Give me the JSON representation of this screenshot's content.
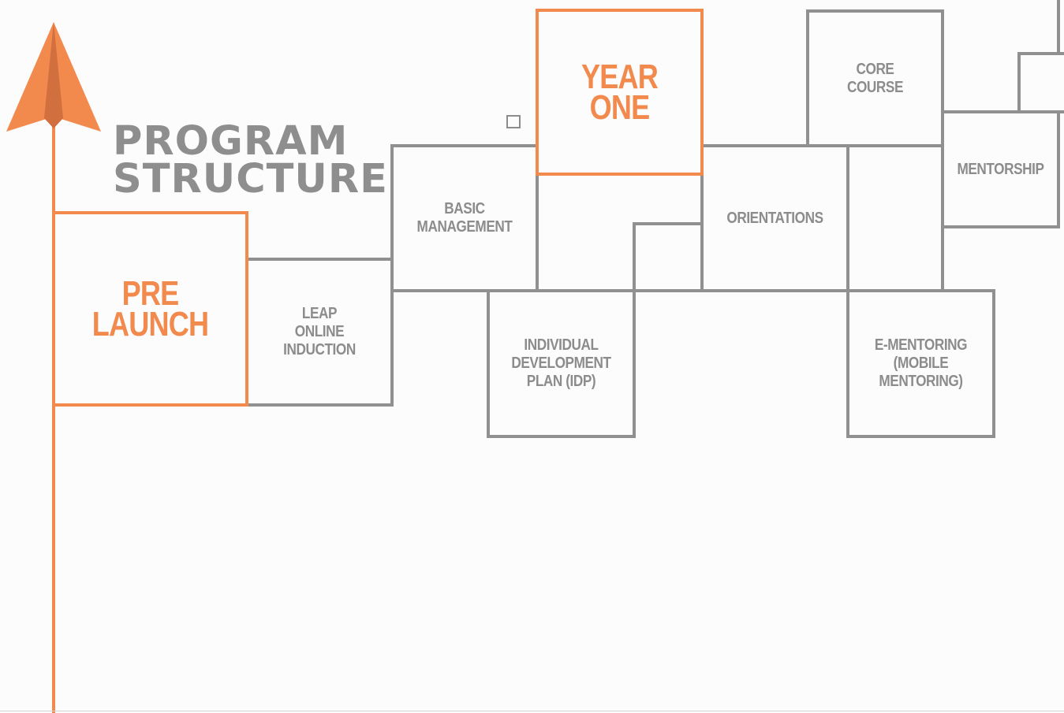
{
  "diagram": {
    "title_line_1": "PROGRAM",
    "title_line_2": "STRUCTURE",
    "phases": {
      "pre_launch": "PRE\nLAUNCH",
      "year_one": "YEAR\nONE"
    },
    "components": {
      "leap_online_induction": "LEAP\nONLINE\nINDUCTION",
      "basic_management": "BASIC\nMANAGEMENT",
      "individual_development_plan": "INDIVIDUAL\nDEVELOPMENT\nPLAN (IDP)",
      "orientations": "ORIENTATIONS",
      "core_course": "CORE\nCOURSE",
      "mentorship": "MENTORSHIP",
      "e_mentoring": "E-MENTORING\n(MOBILE\nMENTORING)"
    },
    "colors": {
      "accent": "#f28a4e",
      "accent_dark": "#d26f3f",
      "box_stroke": "#909090",
      "title": "#8e8e8e",
      "background": "#fcfcfc"
    }
  }
}
